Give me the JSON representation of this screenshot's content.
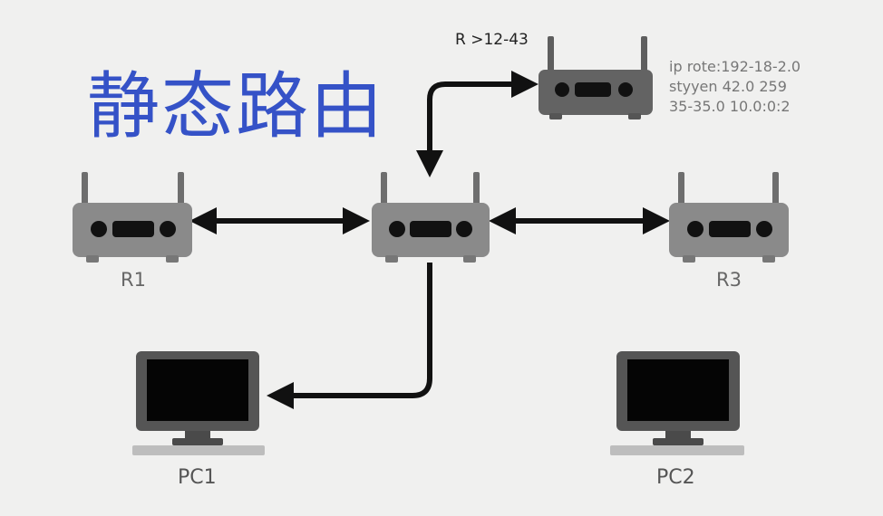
{
  "title": "静态路由",
  "nodes": {
    "top_router_label": "R >12-43",
    "r1_label": "R1",
    "r3_label": "R3",
    "pc1_label": "PC1",
    "pc2_label": "PC2"
  },
  "route_info": [
    "ip rote:192-18-2.0",
    "styyen  42.0  259",
    "35-35.0  10.0:0:2"
  ],
  "colors": {
    "title": "#3552c7",
    "router_body": "#8a8a8a",
    "router_dark": "#5e5e5e",
    "link": "#111111",
    "background": "#f0f0ef"
  }
}
